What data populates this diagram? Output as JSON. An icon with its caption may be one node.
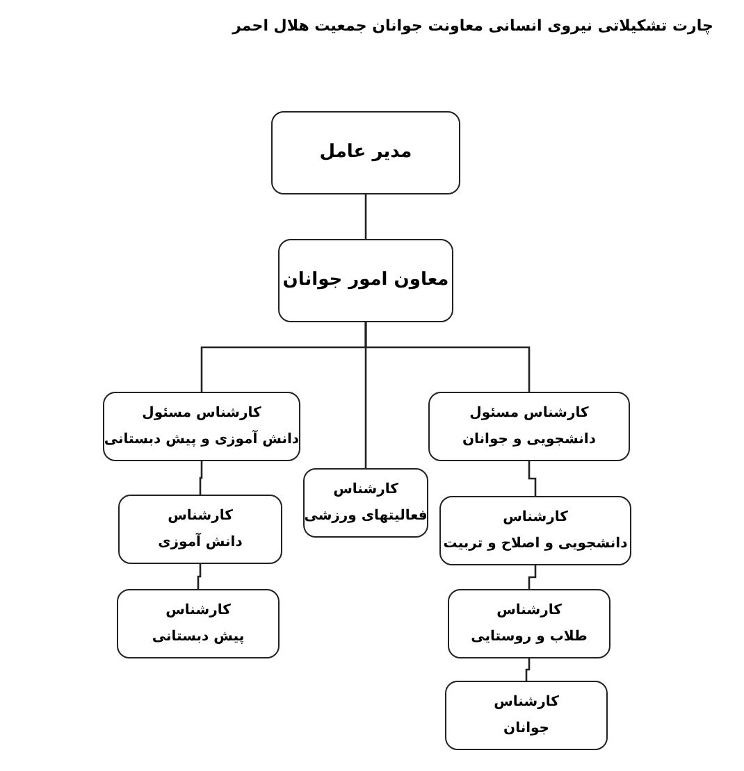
{
  "diagram": {
    "title": "چارت تشکیلاتی نیروی انسانی معاونت جوانان جمعیت هلال احمر",
    "nodes": [
      {
        "text": [
          "مدیر عامل"
        ]
      },
      {
        "text": [
          "معاون امور جوانان"
        ]
      },
      {
        "text": [
          "کارشناس مسئول",
          "دانشجویی و جوانان"
        ]
      },
      {
        "text": [
          "کارشناس",
          "فعالیتهای ورزشی"
        ]
      },
      {
        "text": [
          "کارشناس مسئول",
          "دانش آموزی و پیش دبستانی"
        ]
      },
      {
        "text": [
          "کارشناس",
          "دانشجویی و اصلاح و تربیت"
        ]
      },
      {
        "text": [
          "کارشناس",
          "دانش آموزی"
        ]
      },
      {
        "text": [
          "کارشناس",
          "طلاب و روستایی"
        ]
      },
      {
        "text": [
          "کارشناس",
          "پیش دبستانی"
        ]
      },
      {
        "text": [
          "کارشناس",
          "جوانان"
        ]
      }
    ],
    "edges": [
      {
        "from": 0,
        "to": 1,
        "arrow": "none"
      },
      {
        "from": 1,
        "to": 2,
        "arrow": "none"
      },
      {
        "from": 1,
        "to": 3,
        "arrow": "none"
      },
      {
        "from": 1,
        "to": 4,
        "arrow": "none"
      },
      {
        "from": 2,
        "to": 5,
        "arrow": "none"
      },
      {
        "from": 5,
        "to": 7,
        "arrow": "none"
      },
      {
        "from": 7,
        "to": 9,
        "arrow": "none"
      },
      {
        "from": 4,
        "to": 6,
        "arrow": "none"
      },
      {
        "from": 6,
        "to": 8,
        "arrow": "none"
      }
    ]
  }
}
